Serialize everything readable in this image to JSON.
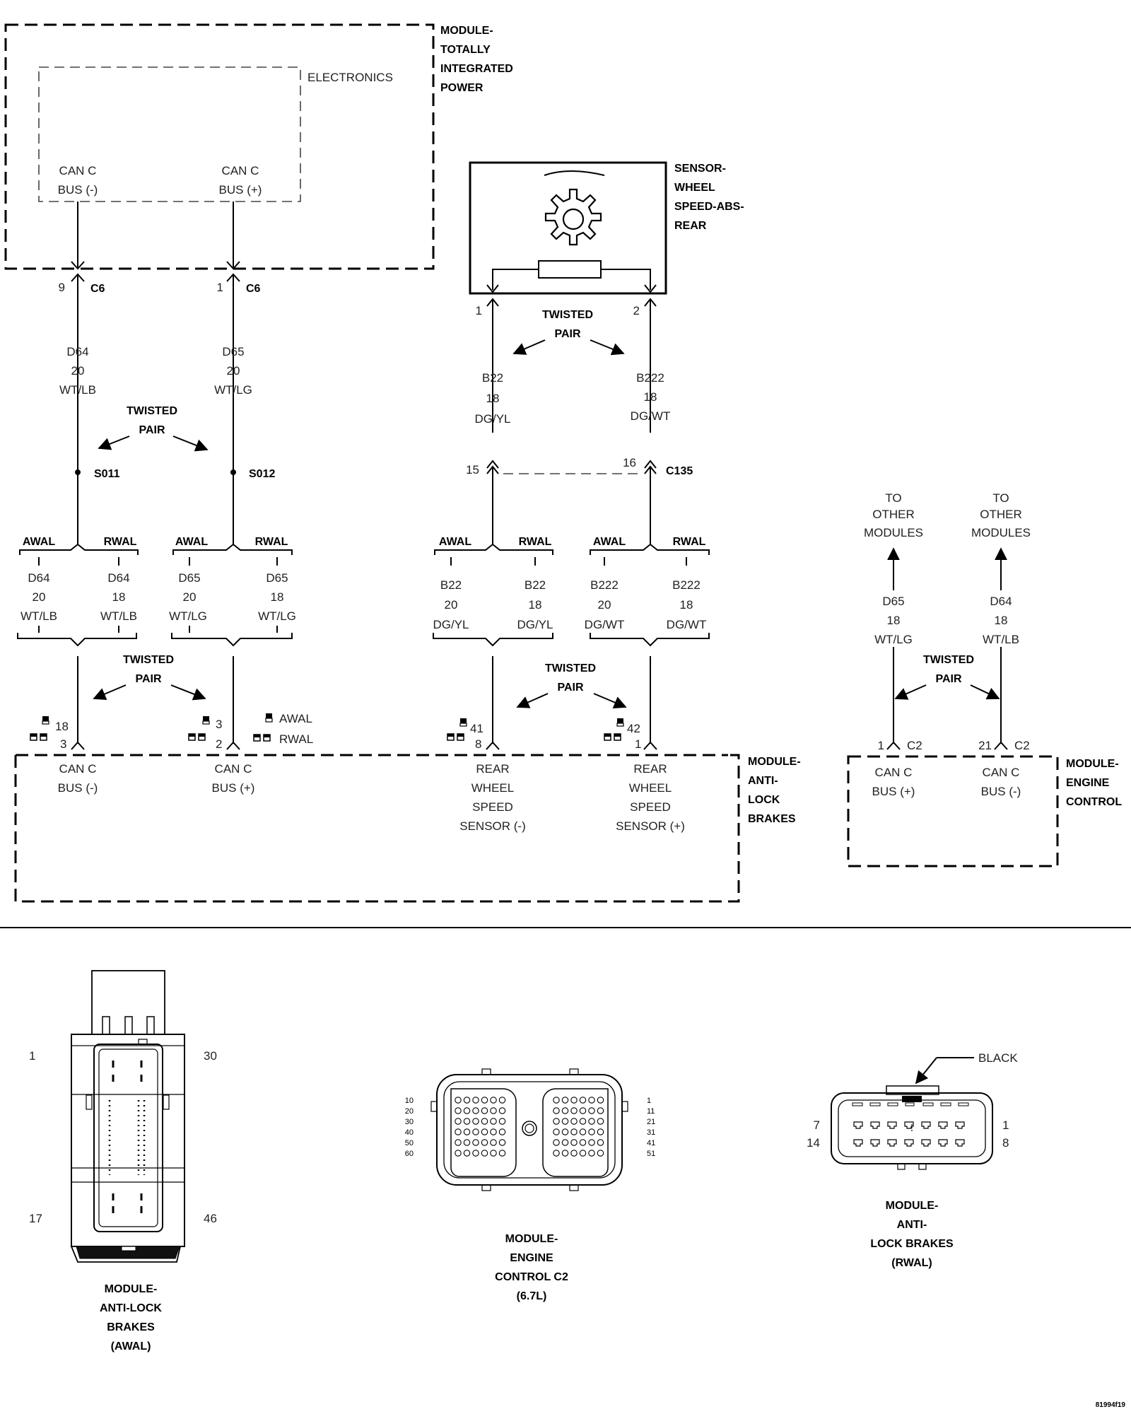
{
  "tipm": {
    "title_lines": [
      "MODULE-",
      "TOTALLY",
      "INTEGRATED",
      "POWER"
    ],
    "electronics": "ELECTRONICS",
    "pin_neg": [
      "CAN C",
      "BUS (-)"
    ],
    "pin_pos": [
      "CAN C",
      "BUS (+)"
    ],
    "conn_neg_cavity": "9",
    "conn_pos_cavity": "1",
    "conn_name": "C6"
  },
  "wires_left": {
    "neg": [
      "D64",
      "20",
      "WT/LB"
    ],
    "pos": [
      "D65",
      "20",
      "WT/LG"
    ],
    "twisted": [
      "TWISTED",
      "PAIR"
    ],
    "splice_neg": "S011",
    "splice_pos": "S012"
  },
  "branches_left": [
    {
      "awal": "AWAL",
      "rwal": "RWAL",
      "a": [
        "D64",
        "20",
        "WT/LB"
      ],
      "r": [
        "D64",
        "18",
        "WT/LB"
      ]
    },
    {
      "awal": "AWAL",
      "rwal": "RWAL",
      "a": [
        "D65",
        "20",
        "WT/LG"
      ],
      "r": [
        "D65",
        "18",
        "WT/LG"
      ]
    }
  ],
  "sensor": {
    "title_lines": [
      "SENSOR-",
      "WHEEL",
      "SPEED-ABS-",
      "REAR"
    ],
    "pin1": "1",
    "pin2": "2",
    "twisted": [
      "TWISTED",
      "PAIR"
    ]
  },
  "wires_mid": {
    "neg": [
      "B22",
      "18",
      "DG/YL"
    ],
    "pos": [
      "B222",
      "18",
      "DG/WT"
    ],
    "cav_neg": "15",
    "cav_pos": "16",
    "conn": "C135"
  },
  "branches_mid": [
    {
      "awal": "AWAL",
      "rwal": "RWAL",
      "a": [
        "B22",
        "20",
        "DG/YL"
      ],
      "r": [
        "B22",
        "18",
        "DG/YL"
      ]
    },
    {
      "awal": "AWAL",
      "rwal": "RWAL",
      "a": [
        "B222",
        "20",
        "DG/WT"
      ],
      "r": [
        "B222",
        "18",
        "DG/WT"
      ]
    }
  ],
  "abs": {
    "title_lines": [
      "MODULE-",
      "ANTI-",
      "LOCK",
      "BRAKES"
    ],
    "twisted_left": [
      "TWISTED",
      "PAIR"
    ],
    "twisted_mid": [
      "TWISTED",
      "PAIR"
    ],
    "legend_awal": "AWAL",
    "legend_rwal": "RWAL",
    "pins": [
      {
        "awal": "18",
        "rwal": "3",
        "label": [
          "CAN C",
          "BUS (-)"
        ]
      },
      {
        "awal": "3",
        "rwal": "2",
        "label": [
          "CAN C",
          "BUS (+)"
        ]
      },
      {
        "awal": "41",
        "rwal": "8",
        "label": [
          "REAR",
          "WHEEL",
          "SPEED",
          "SENSOR (-)"
        ]
      },
      {
        "awal": "42",
        "rwal": "1",
        "label": [
          "REAR",
          "WHEEL",
          "SPEED",
          "SENSOR (+)"
        ]
      }
    ]
  },
  "ecm": {
    "title_lines": [
      "MODULE-",
      "ENGINE",
      "CONTROL"
    ],
    "to_other": [
      "TO",
      "OTHER",
      "MODULES"
    ],
    "wire_pos": [
      "D65",
      "18",
      "WT/LG"
    ],
    "wire_neg": [
      "D64",
      "18",
      "WT/LB"
    ],
    "twisted": [
      "TWISTED",
      "PAIR"
    ],
    "cav_pos": "1",
    "cav_neg": "21",
    "conn": "C2",
    "pin_pos": [
      "CAN C",
      "BUS (+)"
    ],
    "pin_neg": [
      "CAN C",
      "BUS (-)"
    ]
  },
  "connector_awal": {
    "pins": [
      "1",
      "30",
      "17",
      "46"
    ],
    "caption": [
      "MODULE-",
      "ANTI-LOCK",
      "BRAKES",
      "(AWAL)"
    ]
  },
  "connector_ecm": {
    "left_rows": [
      "10",
      "20",
      "30",
      "40",
      "50",
      "60"
    ],
    "right_rows": [
      "1",
      "11",
      "21",
      "31",
      "41",
      "51"
    ],
    "caption": [
      "MODULE-",
      "ENGINE",
      "CONTROL C2",
      "(6.7L)"
    ]
  },
  "connector_rwal": {
    "black": "BLACK",
    "pins": [
      "7",
      "14",
      "1",
      "8"
    ],
    "caption": [
      "MODULE-",
      "ANTI-",
      "LOCK BRAKES",
      "(RWAL)"
    ]
  },
  "figure_id": "81994f19"
}
